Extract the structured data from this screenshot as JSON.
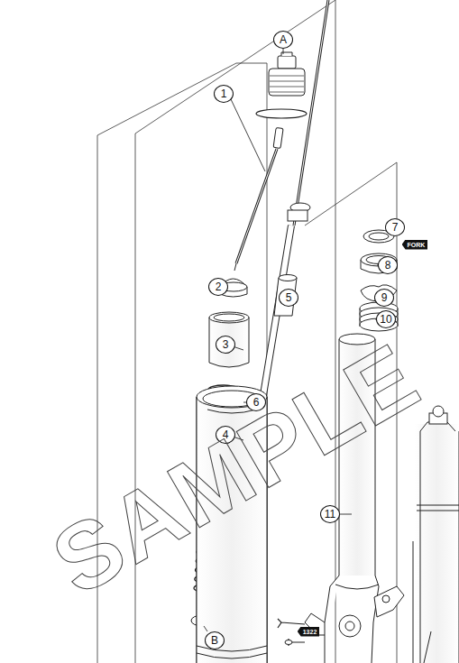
{
  "diagram": {
    "labels": [
      "A",
      "1",
      "2",
      "3",
      "4",
      "5",
      "6",
      "7",
      "FORK",
      "8",
      "9",
      "10",
      "11",
      "B",
      "1322",
      "SAMPLE"
    ]
  }
}
